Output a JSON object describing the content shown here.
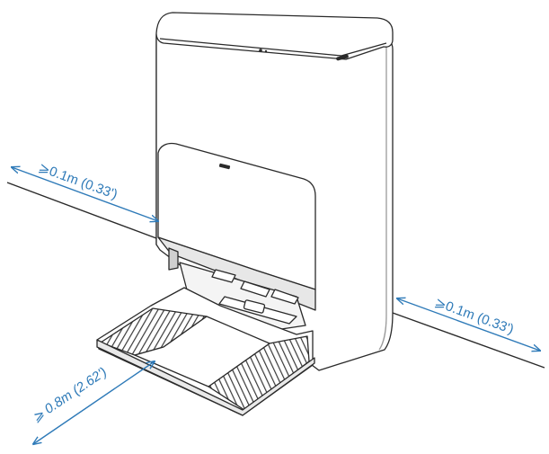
{
  "colors": {
    "dimension_line": "#2e7ab8",
    "outline": "#2a2a2a",
    "station_fill": "#ffffff",
    "shading": "#d9d9d9",
    "ramp_texture": "#3a3a3a"
  },
  "icons": {
    "station": "dock-station-illustration",
    "arrow": "double-headed-arrow"
  },
  "clearances": {
    "left": {
      "label": "⩾0.1m (0.33')"
    },
    "right": {
      "label": "⩾0.1m (0.33')"
    },
    "front": {
      "label": "⩾ 0.8m (2.62')"
    }
  }
}
